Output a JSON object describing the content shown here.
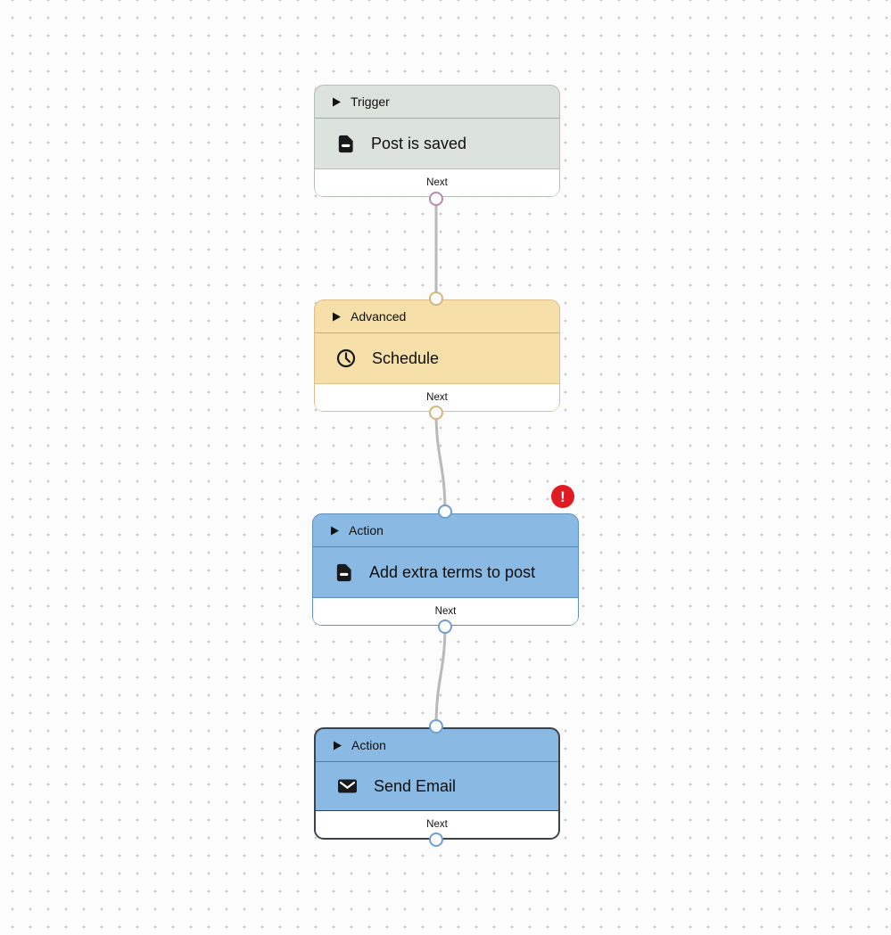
{
  "canvas": {
    "background_color": "#fcfcfc",
    "grid_dot_color": "#c9c9c9"
  },
  "nodes": [
    {
      "category": "Trigger",
      "title": "Post is saved",
      "icon": "document-icon",
      "footer_label": "Next",
      "has_error": false,
      "selected": false,
      "colors": {
        "fill": "#dce3dd",
        "border": "#b4bfb5",
        "port": "#b58bb5"
      }
    },
    {
      "category": "Advanced",
      "title": "Schedule",
      "icon": "clock-icon",
      "footer_label": "Next",
      "has_error": false,
      "selected": false,
      "colors": {
        "fill": "#f6dfa9",
        "border": "#dcbf88",
        "port": "#d6b67f"
      }
    },
    {
      "category": "Action",
      "title": "Add extra terms to post",
      "icon": "document-icon",
      "footer_label": "Next",
      "has_error": true,
      "selected": false,
      "colors": {
        "fill": "#8abae4",
        "border": "#5e91c0",
        "port": "#6d9ed2"
      }
    },
    {
      "category": "Action",
      "title": "Send Email",
      "icon": "mail-icon",
      "footer_label": "Next",
      "has_error": false,
      "selected": true,
      "colors": {
        "fill": "#8abae4",
        "border": "#3d4349",
        "port": "#6d9ed2"
      }
    }
  ],
  "error_badge": {
    "symbol": "!",
    "color": "#e01b24"
  },
  "edge_color": "#b9b9b9"
}
